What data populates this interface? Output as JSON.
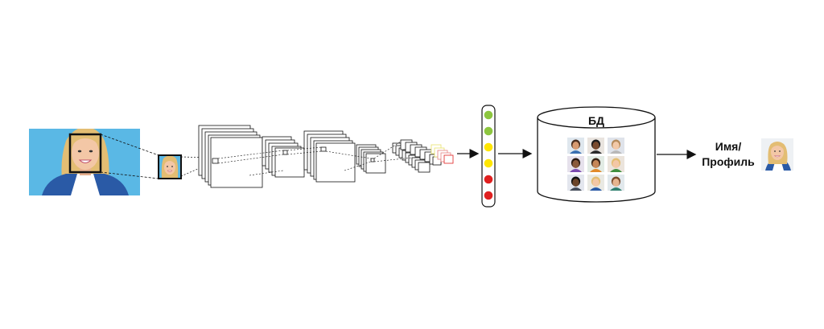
{
  "database": {
    "label": "БД"
  },
  "output": {
    "line1": "Имя/",
    "line2": "Профиль"
  },
  "feature_vector": {
    "colors": [
      "#8dc63f",
      "#8dc63f",
      "#ffe600",
      "#ffe600",
      "#e02020",
      "#e02020"
    ]
  },
  "colors": {
    "photo_bg": "#5ab8e5",
    "jacket": "#2a5aa6",
    "hair": "#e3bd73",
    "skin": "#f3c7a6",
    "line": "#111111"
  }
}
